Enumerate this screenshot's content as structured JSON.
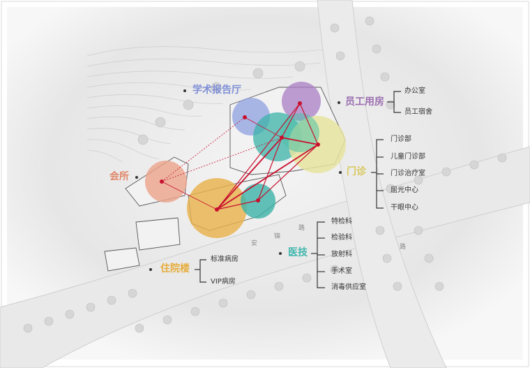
{
  "zones": [
    {
      "key": "academic",
      "label": "学术报告厅",
      "color": "#7f8fd6"
    },
    {
      "key": "staff",
      "label": "员工用房",
      "color": "#9b6fb0"
    },
    {
      "key": "club",
      "label": "会所",
      "color": "#e0876a"
    },
    {
      "key": "clinic",
      "label": "门诊",
      "color": "#d8c85a"
    },
    {
      "key": "medtech",
      "label": "医技",
      "color": "#3fb6ad"
    },
    {
      "key": "inpatient",
      "label": "住院楼",
      "color": "#e6ad3c"
    }
  ],
  "staff_items": [
    "办公室",
    "员工宿舍"
  ],
  "clinic_items": [
    "门诊部",
    "儿童门诊部",
    "门诊治疗室",
    "屈光中心",
    "干眼中心"
  ],
  "medtech_items": [
    "特检科",
    "检验科",
    "放射科",
    "手术室",
    "消毒供应室"
  ],
  "inpatient_items": [
    "标准病房",
    "VIP病房"
  ],
  "road_labels": [
    "安",
    "锦",
    "路",
    "路"
  ],
  "colors": {
    "link_line": "#c8102e",
    "node": "#c8102e",
    "bracket": "#333333"
  }
}
